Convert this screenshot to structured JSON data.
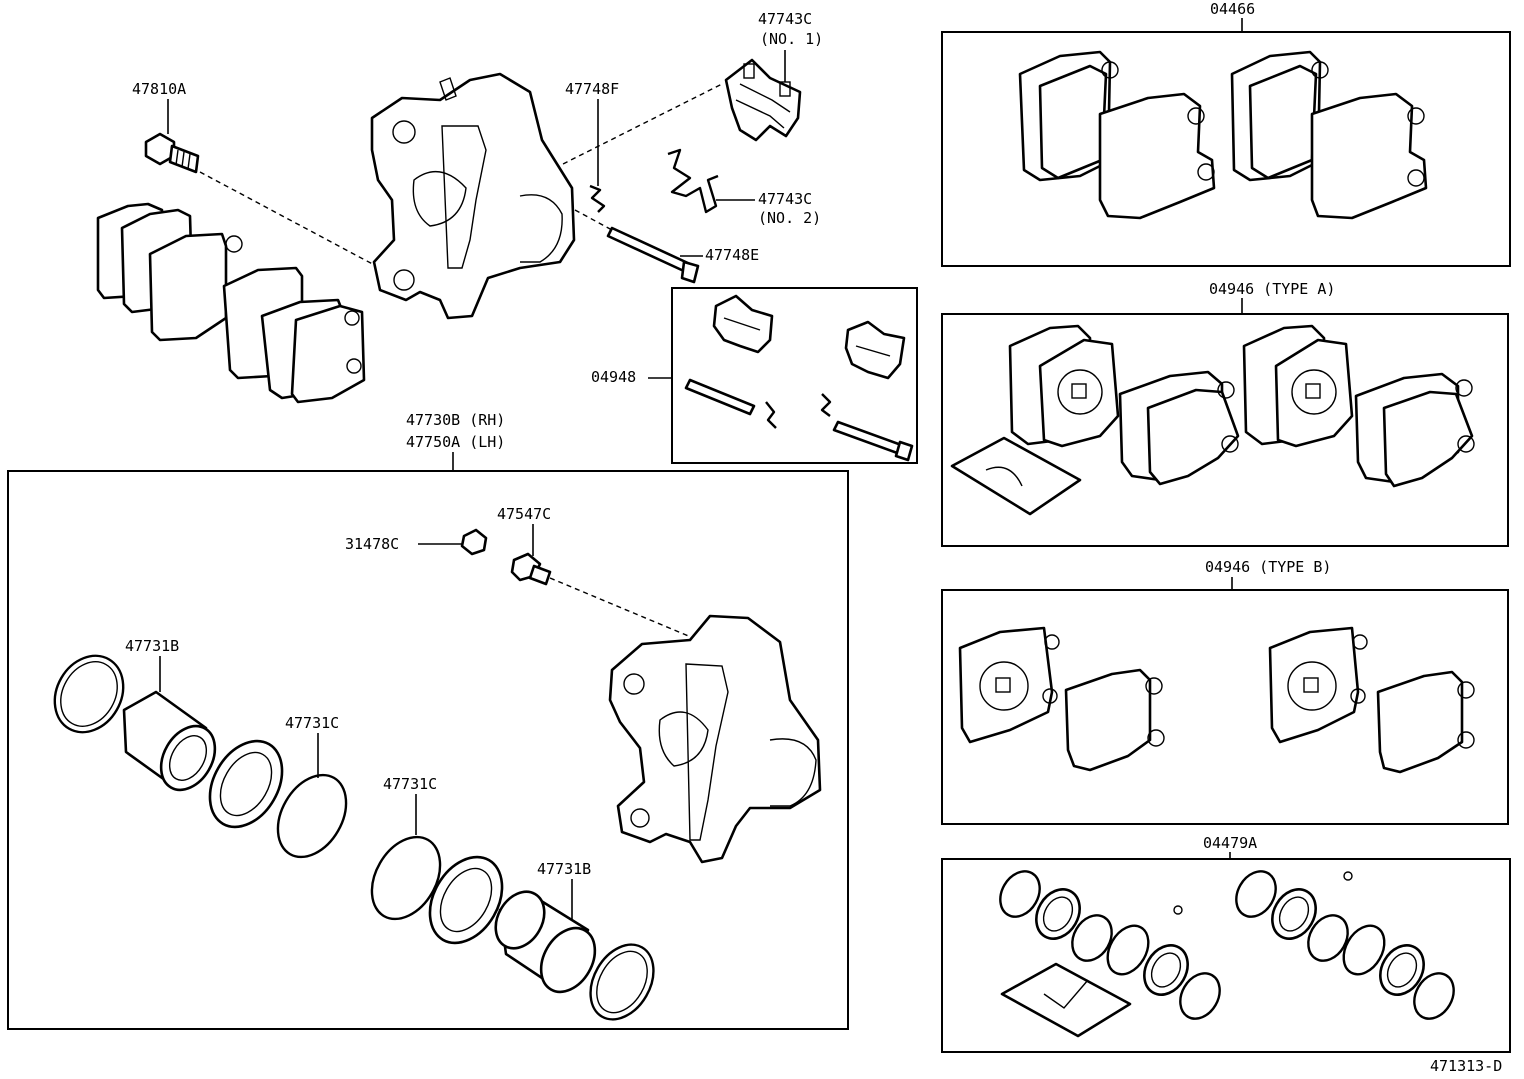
{
  "diagram_id": "471313-D",
  "labels": {
    "p47743c_no1_num": "47743C",
    "p47743c_no1_sub": "(NO. 1)",
    "p47810a": "47810A",
    "p47748f": "47748F",
    "p47743c_no2_num": "47743C",
    "p47743c_no2_sub": "(NO. 2)",
    "p47748e": "47748E",
    "p04948": "04948",
    "p47730b": "47730B (RH)",
    "p47750a": "47750A (LH)",
    "p47547c": "47547C",
    "p31478c": "31478C",
    "p47731b_left": "47731B",
    "p47731c_right": "47731C",
    "p47731c_mid": "47731C",
    "p47731b_bottom": "47731B",
    "p04466": "04466",
    "p04946_type_a": "04946 (TYPE A)",
    "p04946_type_b": "04946 (TYPE B)",
    "p04479a": "04479A"
  }
}
